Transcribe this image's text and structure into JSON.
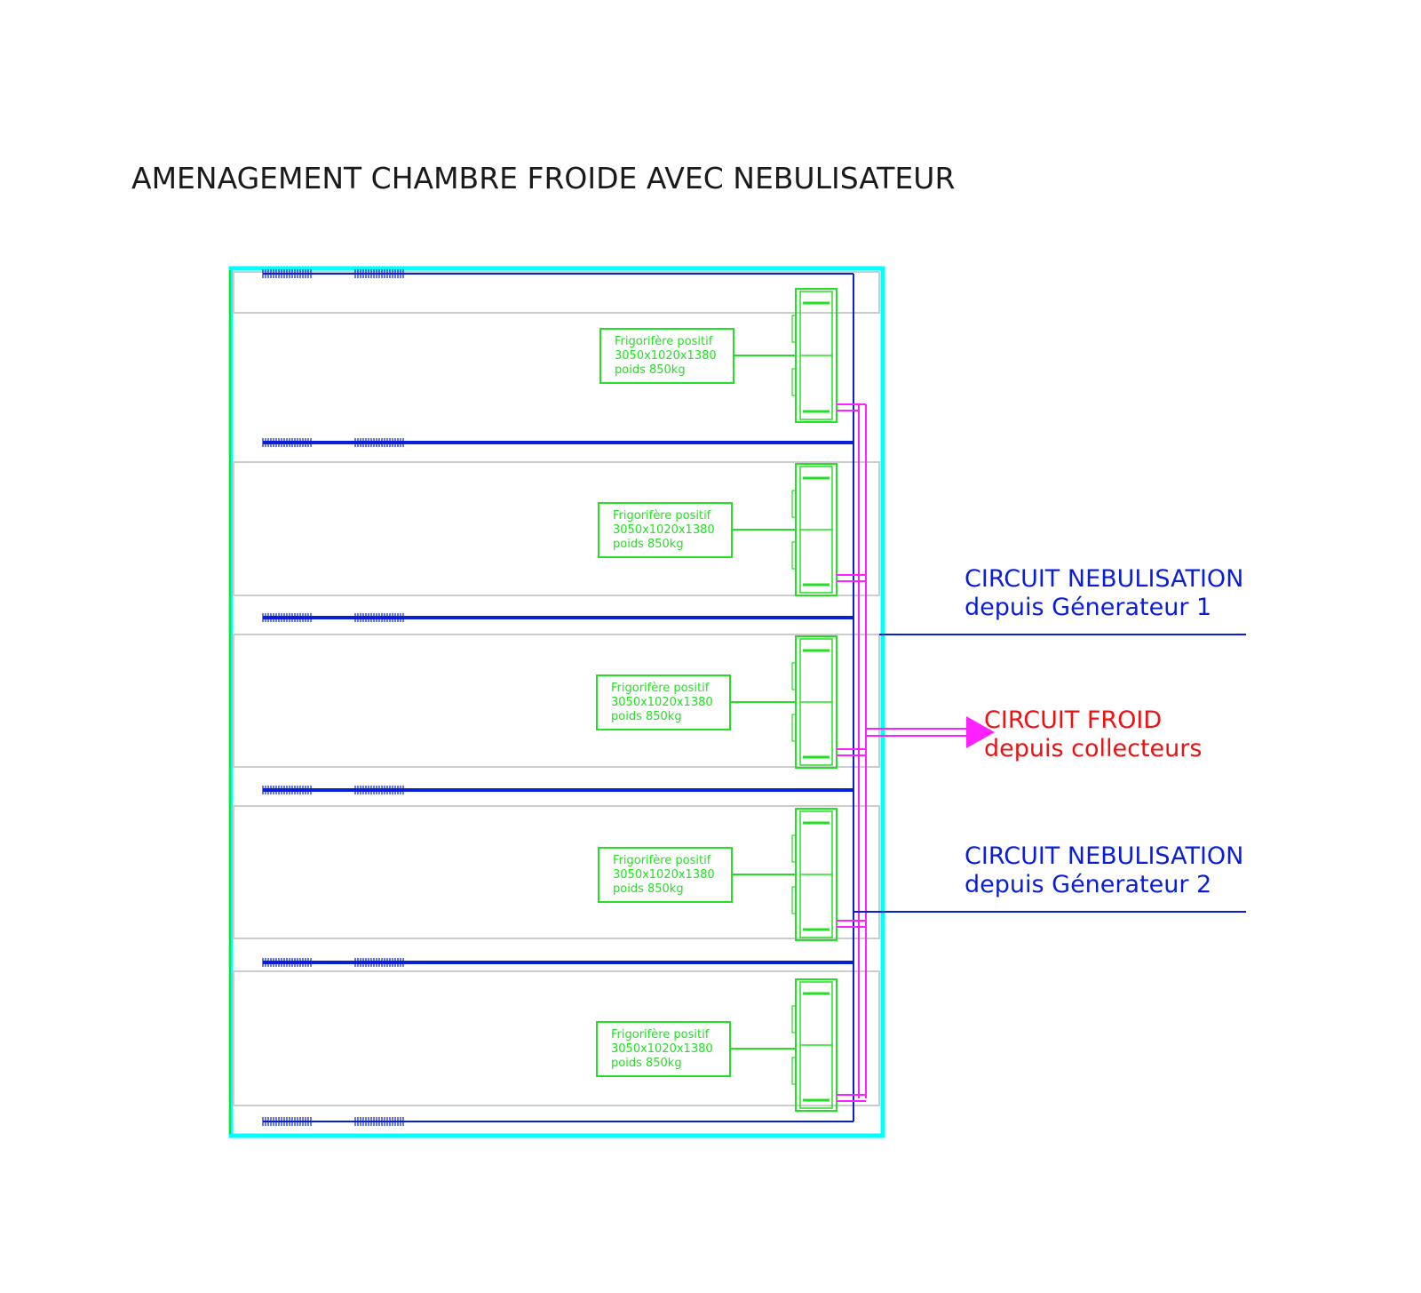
{
  "title": "AMENAGEMENT CHAMBRE FROIDE AVEC NEBULISATEUR",
  "colors": {
    "wall": "#00ffff",
    "nebulisation": "#0a1ed8",
    "unit": "#22e022",
    "refrigeration": "#ff20ff",
    "refrigeration_label": "#ee1111",
    "partition": "#cccccc"
  },
  "units": [
    {
      "line1": "Frigorifère positif",
      "line2": "3050x1020x1380",
      "line3": "poids 850kg"
    },
    {
      "line1": "Frigorifère positif",
      "line2": "3050x1020x1380",
      "line3": "poids 850kg"
    },
    {
      "line1": "Frigorifère positif",
      "line2": "3050x1020x1380",
      "line3": "poids 850kg"
    },
    {
      "line1": "Frigorifère positif",
      "line2": "3050x1020x1380",
      "line3": "poids 850kg"
    },
    {
      "line1": "Frigorifère positif",
      "line2": "3050x1020x1380",
      "line3": "poids 850kg"
    }
  ],
  "labels": {
    "neb1_line1": "CIRCUIT NEBULISATION",
    "neb1_line2": "depuis Génerateur 1",
    "froid_line1": "CIRCUIT FROID",
    "froid_line2": "depuis collecteurs",
    "neb2_line1": "CIRCUIT NEBULISATION",
    "neb2_line2": "depuis Génerateur 2"
  }
}
